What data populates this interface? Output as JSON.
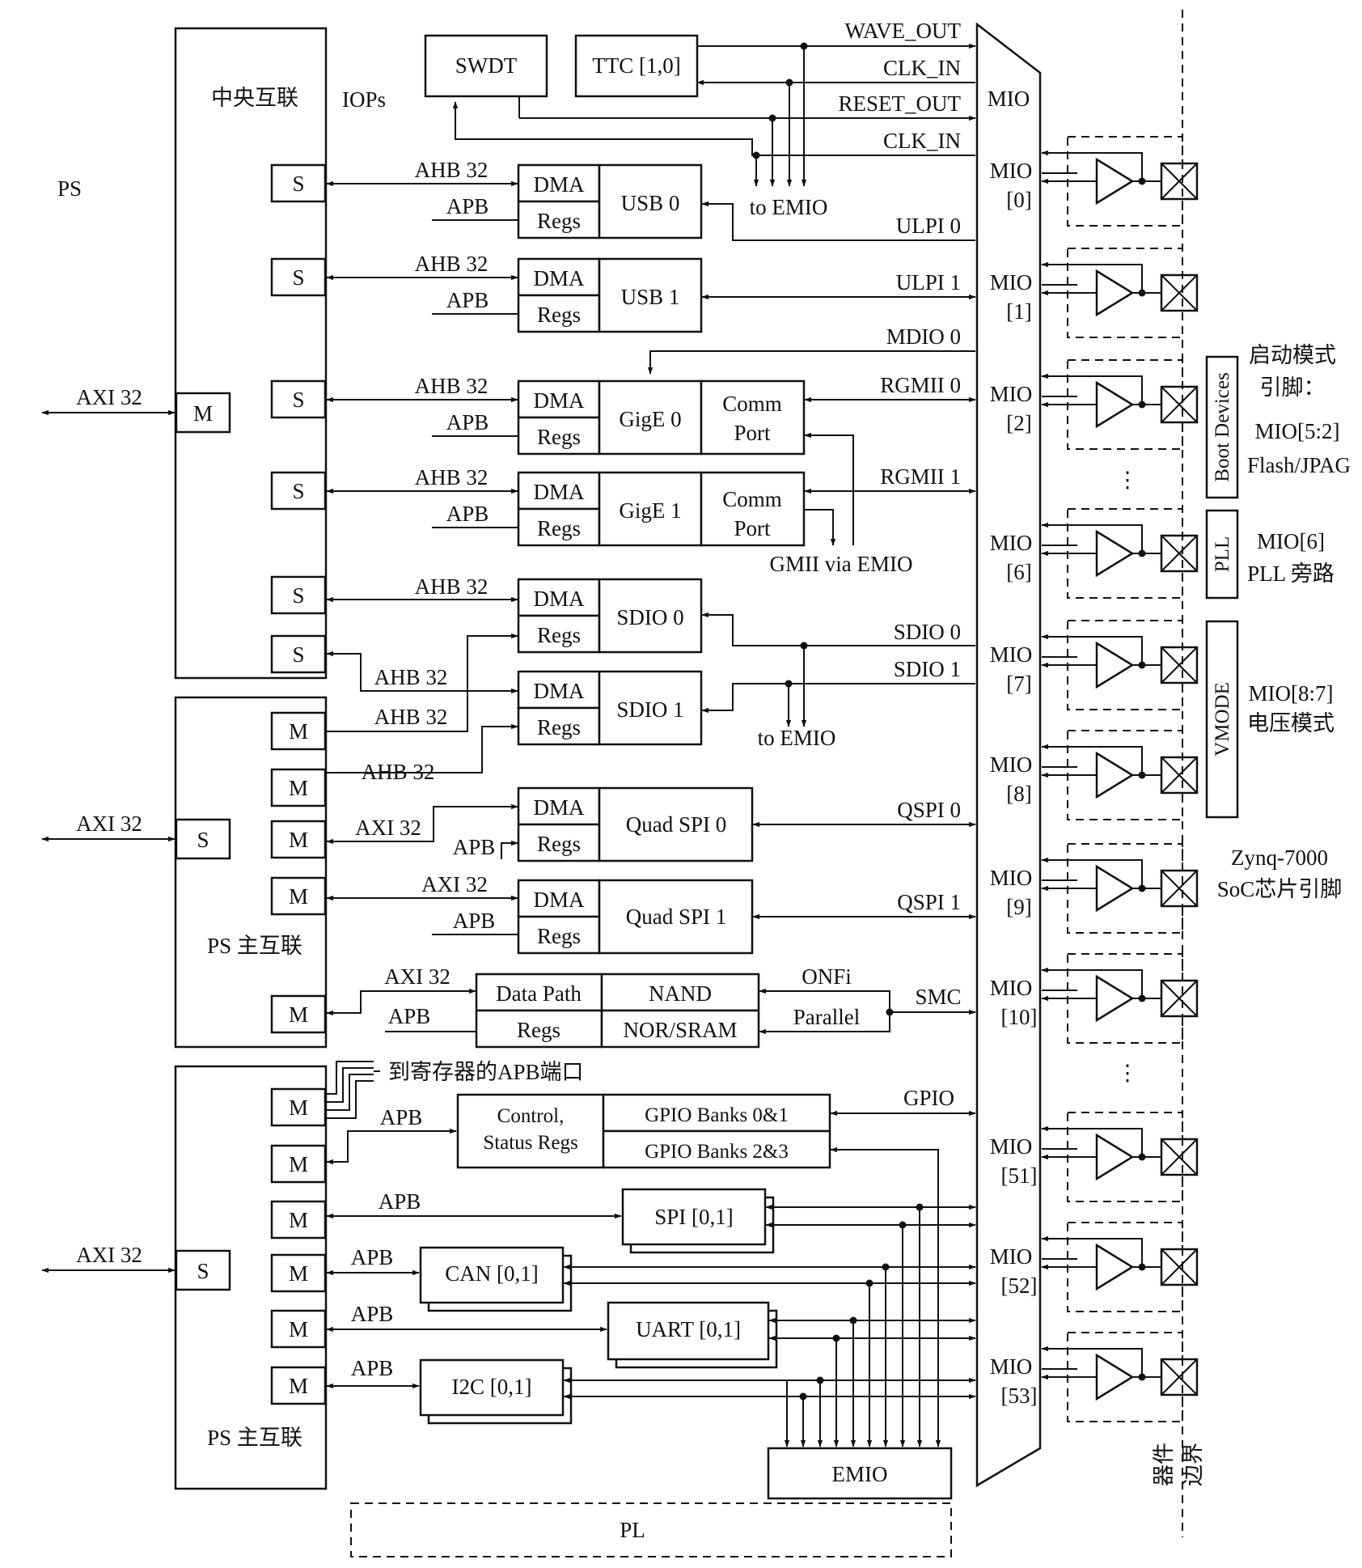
{
  "labels": {
    "ps": "PS",
    "pl": "PL",
    "emio": "EMIO",
    "mio": "MIO",
    "iops": "IOPs",
    "center_interconnect": "中央互联",
    "ps_main_interconnect": "PS 主互联",
    "axi32": "AXI 32",
    "ahb32": "AHB 32",
    "apb": "APB",
    "master": "M",
    "slave": "S",
    "dma": "DMA",
    "regs": "Regs",
    "to_emio": "to EMIO",
    "gmii_via_emio": "GMII via EMIO",
    "apb_port_regs": "到寄存器的APB端口",
    "device_boundary_line1": "器件",
    "device_boundary_line2": "边界",
    "ellipsis": "⋮"
  },
  "blocks": {
    "swdt": "SWDT",
    "ttc": "TTC [1,0]",
    "usb0": "USB 0",
    "usb1": "USB 1",
    "gige0": "GigE 0",
    "gige1": "GigE 1",
    "comm": "Comm",
    "port": "Port",
    "sdio0": "SDIO 0",
    "sdio1": "SDIO 1",
    "qspi0": "Quad SPI 0",
    "qspi1": "Quad SPI 1",
    "data_path": "Data Path",
    "nand": "NAND",
    "nor_sram": "NOR/SRAM",
    "control": "Control,",
    "status_regs": "Status Regs",
    "gpio_banks_01": "GPIO Banks 0&1",
    "gpio_banks_23": "GPIO Banks 2&3",
    "spi": "SPI [0,1]",
    "can": "CAN [0,1]",
    "uart": "UART [0,1]",
    "i2c": "I2C [0,1]"
  },
  "signals": {
    "wave_out": "WAVE_OUT",
    "clk_in": "CLK_IN",
    "reset_out": "RESET_OUT",
    "ulpi0": "ULPI 0",
    "ulpi1": "ULPI 1",
    "mdio0": "MDIO 0",
    "rgmii0": "RGMII 0",
    "rgmii1": "RGMII 1",
    "sdio0": "SDIO 0",
    "sdio1": "SDIO 1",
    "qspi0": "QSPI 0",
    "qspi1": "QSPI 1",
    "onfi": "ONFi",
    "parallel": "Parallel",
    "smc": "SMC",
    "gpio": "GPIO"
  },
  "mio_pins": [
    "[0]",
    "[1]",
    "[2]",
    "[6]",
    "[7]",
    "[8]",
    "[9]",
    "[10]",
    "[51]",
    "[52]",
    "[53]"
  ],
  "side": {
    "boot_devices": "Boot Devices",
    "pll": "PLL",
    "vmode": "VMODE",
    "boot_note_1": "启动模式",
    "boot_note_2": "引脚：",
    "boot_note_3": "MIO[5:2]",
    "boot_note_4": "Flash/JPAG",
    "pll_note_1": "MIO[6]",
    "pll_note_2": "PLL 旁路",
    "vmode_note_1": "MIO[8:7]",
    "vmode_note_2": "电压模式",
    "chip_note_1": "Zynq-7000",
    "chip_note_2": "SoC芯片引脚"
  }
}
